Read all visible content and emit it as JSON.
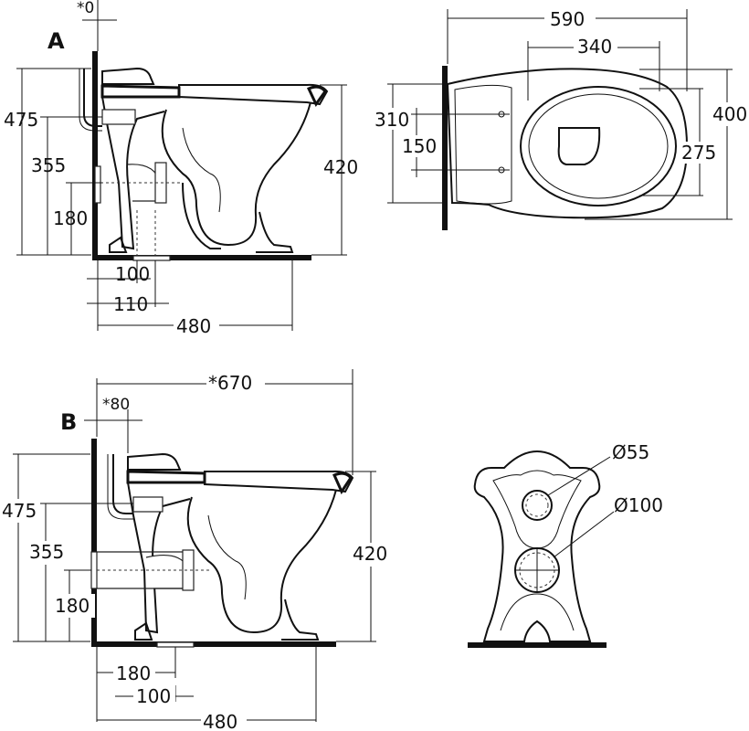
{
  "views": {
    "a": {
      "label": "A",
      "dims": {
        "setback": "*0",
        "h475": "475",
        "h355": "355",
        "h180": "180",
        "h420": "420",
        "w100": "100",
        "w110": "110",
        "w480": "480"
      }
    },
    "top": {
      "dims": {
        "w590": "590",
        "w340": "340",
        "h310": "310",
        "h150": "150",
        "h400": "400",
        "h275": "275"
      }
    },
    "b": {
      "label": "B",
      "dims": {
        "w670": "*670",
        "setback": "*80",
        "h475": "475",
        "h355": "355",
        "h180": "180",
        "h420": "420",
        "w180": "180",
        "w100": "100",
        "w480": "480"
      }
    },
    "front": {
      "dims": {
        "d55": "Ø55",
        "d100": "Ø100"
      }
    }
  }
}
